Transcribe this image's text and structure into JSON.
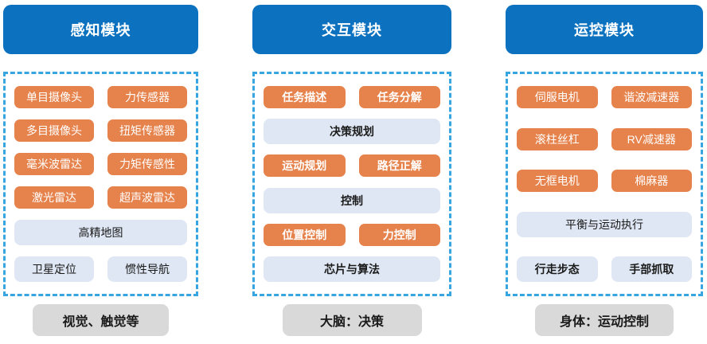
{
  "colors": {
    "header_blue": "#0C72BF",
    "chip_orange": "#E6824B",
    "chip_light": "#DEE7F3",
    "footer_gray": "#D9D9D9",
    "dash_border": "#36A5E0",
    "text_dark": "#1A1A1A",
    "text_white": "#FFFFFF"
  },
  "columns": [
    {
      "title": "感知模块",
      "footer": "视觉、触觉等",
      "rows": [
        {
          "variant": "orange",
          "bold": false,
          "items": [
            "单目摄像头",
            "力传感器"
          ]
        },
        {
          "variant": "orange",
          "bold": false,
          "items": [
            "多目摄像头",
            "扭矩传感器"
          ]
        },
        {
          "variant": "orange",
          "bold": false,
          "items": [
            "毫米波雷达",
            "力矩传感性"
          ]
        },
        {
          "variant": "orange",
          "bold": false,
          "items": [
            "激光雷达",
            "超声波雷达"
          ]
        },
        {
          "variant": "light",
          "bold": false,
          "items": [
            "高精地图"
          ]
        },
        {
          "variant": "light",
          "bold": false,
          "items": [
            "卫星定位",
            "惯性导航"
          ]
        }
      ]
    },
    {
      "title": "交互模块",
      "footer": "大脑：决策",
      "rows": [
        {
          "variant": "orange",
          "bold": true,
          "items": [
            "任务描述",
            "任务分解"
          ]
        },
        {
          "variant": "light",
          "bold": true,
          "items": [
            "决策规划"
          ]
        },
        {
          "variant": "orange",
          "bold": true,
          "items": [
            "运动规划",
            "路径正解"
          ]
        },
        {
          "variant": "light",
          "bold": true,
          "items": [
            "控制"
          ]
        },
        {
          "variant": "orange",
          "bold": true,
          "items": [
            "位置控制",
            "力控制"
          ]
        },
        {
          "variant": "light",
          "bold": true,
          "items": [
            "芯片与算法"
          ]
        }
      ]
    },
    {
      "title": "运控模块",
      "footer": "身体：运动控制",
      "rows": [
        {
          "variant": "orange",
          "bold": false,
          "items": [
            "伺服电机",
            "谐波减速器"
          ]
        },
        {
          "variant": "orange",
          "bold": false,
          "items": [
            "滚柱丝杠",
            "RV减速器"
          ]
        },
        {
          "variant": "orange",
          "bold": false,
          "items": [
            "无框电机",
            "棉麻器"
          ]
        },
        {
          "variant": "light",
          "bold": false,
          "items": [
            "平衡与运动执行"
          ]
        },
        {
          "variant": "light",
          "bold": true,
          "items": [
            "行走步态",
            "手部抓取"
          ]
        }
      ]
    }
  ]
}
